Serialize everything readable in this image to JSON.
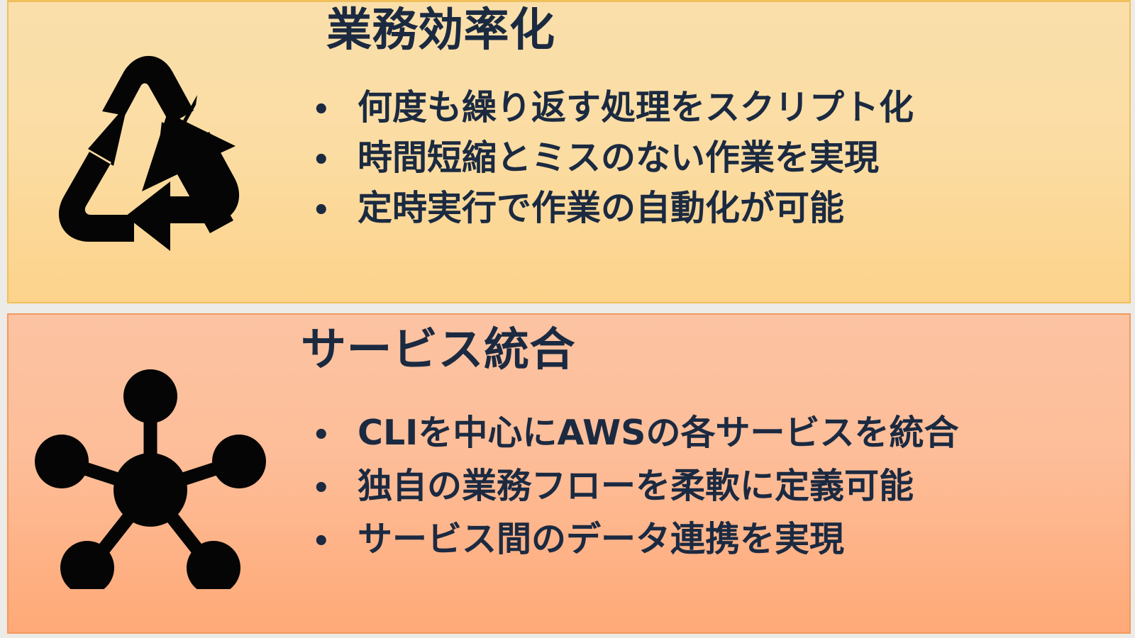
{
  "slide": {
    "background_color": "#ecebe7",
    "panels": [
      {
        "id": "panel-efficiency",
        "title": "業務効率化",
        "icon": "recycle-arrows-icon",
        "bullet_marker": "•",
        "accent_color": "#f0c05a",
        "background_start": "#fadfab",
        "background_end": "#fcd38b",
        "text_color": "#1b2a41",
        "bullets": [
          "何度も繰り返す処理をスクリプト化",
          "時間短縮とミスのない作業を実現",
          "定時実行で作業の自動化が可能"
        ]
      },
      {
        "id": "panel-integration",
        "title": "サービス統合",
        "icon": "network-hub-icon",
        "bullet_marker": "•",
        "accent_color": "#f29a5e",
        "background_start": "#fcc3a2",
        "background_end": "#ffa977",
        "text_color": "#1b2a41",
        "bullets": [
          "CLIを中心にAWSの各サービスを統合",
          "独自の業務フローを柔軟に定義可能",
          "サービス間のデータ連携を実現"
        ]
      }
    ]
  }
}
